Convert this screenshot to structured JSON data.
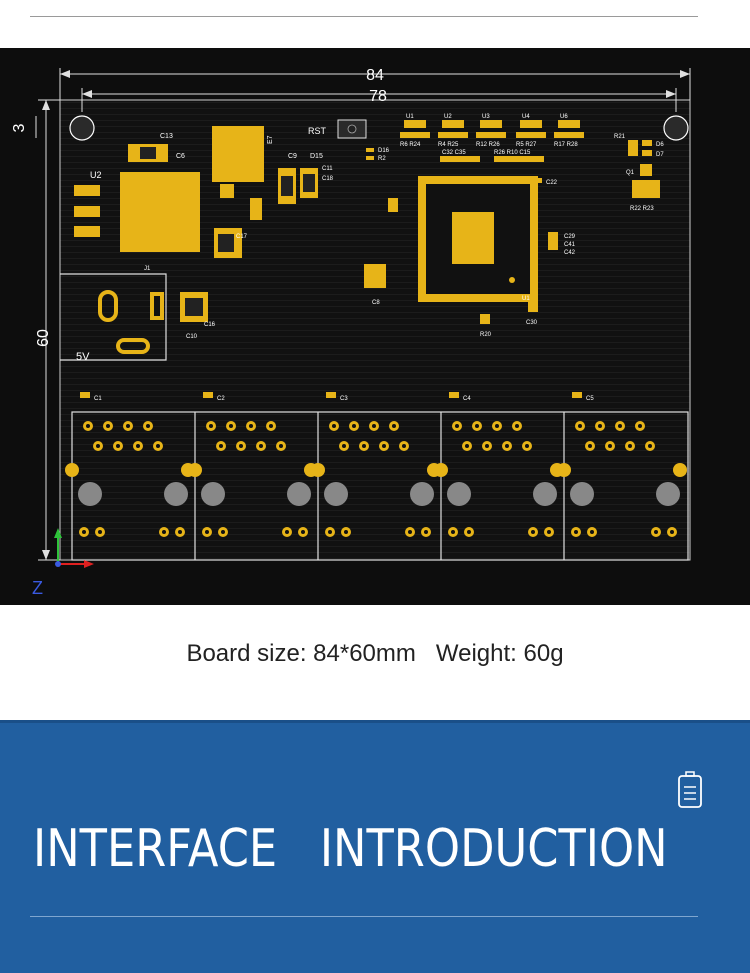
{
  "board": {
    "dim_width_outer": "84",
    "dim_width_inner": "78",
    "dim_height": "60",
    "dim_hole": "3",
    "axis_label": "Z",
    "labels": {
      "rst": "RST",
      "u2": "U2",
      "u1": "U1",
      "power": "5V",
      "j1": "J1",
      "c13": "C13",
      "c6": "C6",
      "e7": "E7",
      "c9": "C9",
      "d15": "D15",
      "c11": "C11",
      "c18": "C18",
      "c17": "C17",
      "c16": "C16",
      "c10": "C10",
      "d16": "D16",
      "r2": "R2",
      "c22": "C22",
      "c29": "C29",
      "c41": "C41",
      "c42": "C42",
      "c8": "C8",
      "r20": "R20",
      "c30": "C30",
      "r21": "R21",
      "d6": "D6",
      "d7": "D7",
      "q1": "Q1",
      "r22r23": "R22 R23",
      "u_row": [
        "U1",
        "U2",
        "U3",
        "U4",
        "U6"
      ],
      "r_row": [
        "R6 R24",
        "R4 R25",
        "R12 R26",
        "R5 R27",
        "R17 R28"
      ],
      "c_row": [
        "C32 C35",
        "R26 R10 C15"
      ],
      "ports": [
        "C1",
        "C2",
        "C3",
        "C4",
        "C5"
      ]
    }
  },
  "caption": {
    "size": "Board size: 84*60mm",
    "weight": "Weight: 60g"
  },
  "section": {
    "title": "INTERFACE   INTRODUCTION",
    "icon": "battery-icon"
  },
  "colors": {
    "pcb": "#0d0d0d",
    "gold": "#e7b418",
    "silk": "#ffffff",
    "band": "#215fa0"
  }
}
